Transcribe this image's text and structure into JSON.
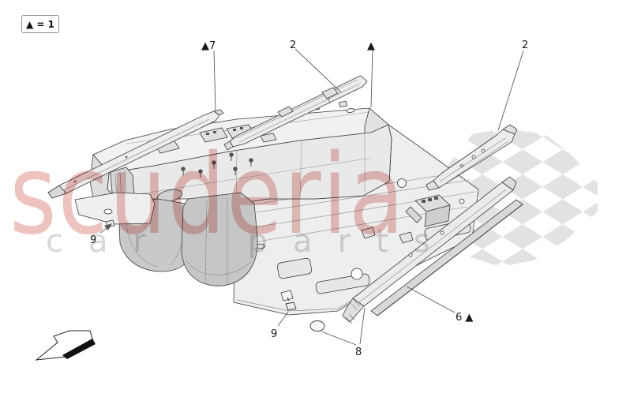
{
  "legend": {
    "label": "▲ = 1"
  },
  "watermark": {
    "title": "scuderia",
    "subtitle": "car parts"
  },
  "callouts": {
    "c7": {
      "label": "▲7"
    },
    "c2_left": {
      "label": "2"
    },
    "c_tri_top": {
      "label": "▲"
    },
    "c2_right": {
      "label": "2"
    },
    "c9_left": {
      "label": "9"
    },
    "c9_bottom": {
      "label": "9"
    },
    "c8": {
      "label": "8"
    },
    "c6": {
      "label": "6 ▲"
    }
  },
  "parts_visible": [
    "1",
    "2",
    "6",
    "7",
    "8",
    "9"
  ],
  "colors": {
    "watermark_red": "#c8463c",
    "watermark_gray": "#807a79",
    "flag_checker": "#e2e2e2",
    "part_fill_light": "#eeeeee",
    "part_fill_dark": "#c7c7c7",
    "outline": "#3c3c3c"
  }
}
